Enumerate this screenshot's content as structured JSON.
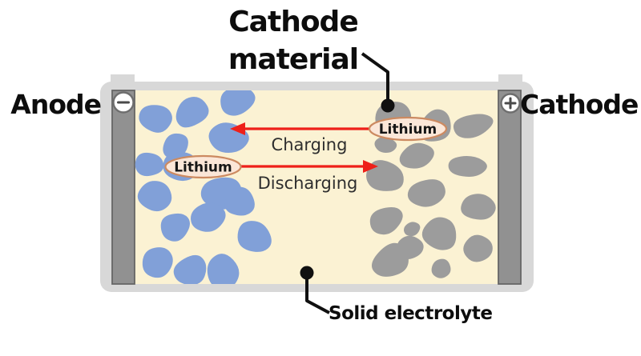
{
  "diagram": {
    "type": "solid-state lithium battery schematic",
    "labels": {
      "anode": "Anode",
      "cathode": "Cathode",
      "cathode_material_line1": "Cathode",
      "cathode_material_line2": "material",
      "solid_electrolyte": "Solid electrolyte",
      "charging": "Charging",
      "discharging": "Discharging",
      "lithium_left": "Lithium",
      "lithium_right": "Lithium"
    },
    "icons": {
      "anode_terminal": "minus-circle",
      "cathode_terminal": "plus-circle"
    },
    "colors": {
      "background": "#FFFFFF",
      "casing": "#D8D8D8",
      "electrolyte_fill": "#FBF2D3",
      "terminal_bar": "#919191",
      "terminal_bar_border": "#666666",
      "anode_particle": "#81A0D8",
      "cathode_particle": "#9C9C9C",
      "lithium_fill": "#FBE7D8",
      "lithium_border": "#CC8A61",
      "arrow_red": "#EE2019",
      "ink": "#101010",
      "flow_text": "#2E2E2E"
    },
    "particles": {
      "anode": [
        [
          194,
          149,
          25,
          21,
          10
        ],
        [
          238,
          141,
          23,
          19,
          -15
        ],
        [
          296,
          126,
          24,
          21,
          5
        ],
        [
          285,
          172,
          27,
          21,
          20
        ],
        [
          220,
          183,
          19,
          16,
          -30
        ],
        [
          186,
          206,
          18,
          17,
          0
        ],
        [
          227,
          208,
          25,
          18,
          15
        ],
        [
          276,
          241,
          27,
          25,
          -10
        ],
        [
          193,
          244,
          23,
          21,
          30
        ],
        [
          217,
          284,
          21,
          19,
          -20
        ],
        [
          259,
          273,
          23,
          21,
          10
        ],
        [
          299,
          252,
          20,
          18,
          -5
        ],
        [
          317,
          297,
          23,
          21,
          25
        ],
        [
          196,
          326,
          24,
          20,
          -15
        ],
        [
          240,
          338,
          22,
          20,
          5
        ],
        [
          279,
          340,
          23,
          24,
          -25
        ]
      ],
      "cathode": [
        [
          491,
          150,
          27,
          27,
          0
        ],
        [
          542,
          158,
          21,
          22,
          10
        ],
        [
          590,
          157,
          28,
          17,
          -5
        ],
        [
          481,
          181,
          15,
          11,
          20
        ],
        [
          521,
          196,
          24,
          17,
          -10
        ],
        [
          480,
          221,
          24,
          22,
          15
        ],
        [
          584,
          208,
          26,
          13,
          5
        ],
        [
          532,
          241,
          25,
          21,
          -15
        ],
        [
          596,
          258,
          24,
          18,
          10
        ],
        [
          480,
          276,
          24,
          18,
          -20
        ],
        [
          514,
          287,
          11,
          10,
          0
        ],
        [
          549,
          292,
          23,
          20,
          15
        ],
        [
          512,
          310,
          17,
          16,
          -10
        ],
        [
          597,
          309,
          22,
          18,
          20
        ],
        [
          490,
          325,
          26,
          21,
          -15
        ],
        [
          551,
          336,
          14,
          13,
          0
        ]
      ]
    }
  }
}
